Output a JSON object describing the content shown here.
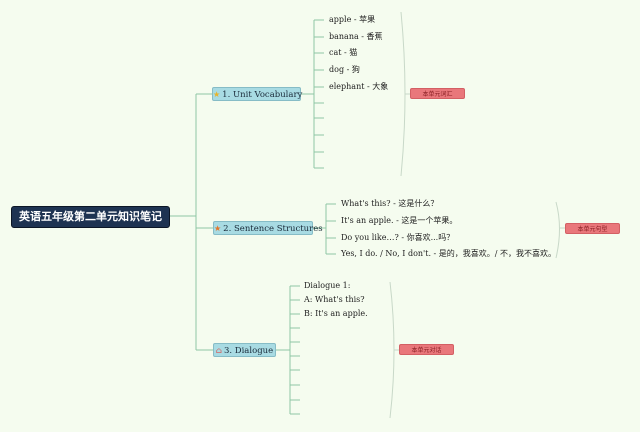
{
  "root": {
    "label": "英语五年级第二单元知识笔记"
  },
  "topics": [
    {
      "label": "1. Unit Vocabulary",
      "icon": "star-icon",
      "items": [
        "apple - 苹果",
        "banana - 香蕉",
        "cat - 猫",
        "dog - 狗",
        "elephant - 大象"
      ],
      "callout": "本单元词汇"
    },
    {
      "label": "2. Sentence Structures",
      "icon": "star-icon",
      "items": [
        "What's this? - 这是什么？",
        "It's an apple. - 这是一个苹果。",
        "Do you like…? - 你喜欢...吗？",
        "Yes, I do. / No, I don't. - 是的，我喜欢。/ 不，我不喜欢。"
      ],
      "callout": "本单元句型"
    },
    {
      "label": "3. Dialogue",
      "icon": "house-icon",
      "items": [
        "Dialogue 1:",
        "A: What's this?",
        "B: It's an apple."
      ],
      "callout": "本单元对话"
    }
  ],
  "colors": {
    "background": "#f5fcef",
    "root_fill": "#1e3352",
    "topic_fill": "#a8dbe3",
    "callout_fill": "#e9777b",
    "connector": "#8fc6a4",
    "bracket": "#c8d8c8"
  }
}
